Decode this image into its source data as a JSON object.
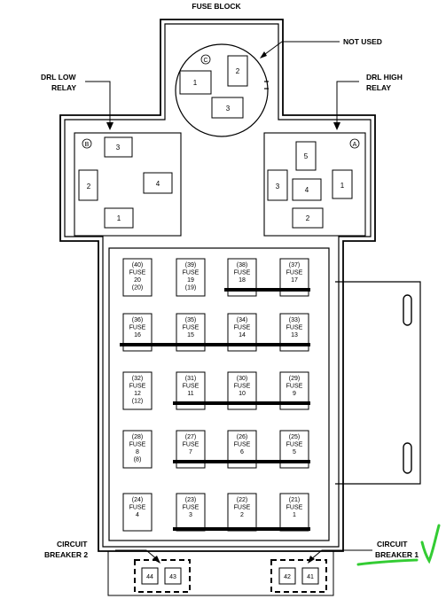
{
  "title": "FUSE BLOCK",
  "callouts": {
    "not_used": "NOT USED",
    "drl_low": [
      "DRL LOW",
      "RELAY"
    ],
    "drl_high": [
      "DRL HIGH",
      "RELAY"
    ],
    "circuit_breaker_2": [
      "CIRCUIT",
      "BREAKER 2"
    ],
    "circuit_breaker_1": [
      "CIRCUIT",
      "BREAKER 1"
    ]
  },
  "relays": {
    "not_used": {
      "letter": "C",
      "pins": [
        "1",
        "2",
        "3"
      ]
    },
    "drl_low": {
      "letter": "B",
      "pins": [
        "3",
        "2",
        "4",
        "1"
      ]
    },
    "drl_high": {
      "letter": "A",
      "pins": [
        "5",
        "3",
        "4",
        "1",
        "2"
      ]
    }
  },
  "fuse_rows": [
    [
      {
        "cavity": "(40)",
        "label": "FUSE",
        "num": "20",
        "alt": "(20)"
      },
      {
        "cavity": "(39)",
        "label": "FUSE",
        "num": "19",
        "alt": "(19)"
      },
      {
        "cavity": "(38)",
        "label": "FUSE",
        "num": "18",
        "alt": ""
      },
      {
        "cavity": "(37)",
        "label": "FUSE",
        "num": "17",
        "alt": ""
      }
    ],
    [
      {
        "cavity": "(36)",
        "label": "FUSE",
        "num": "16",
        "alt": ""
      },
      {
        "cavity": "(35)",
        "label": "FUSE",
        "num": "15",
        "alt": ""
      },
      {
        "cavity": "(34)",
        "label": "FUSE",
        "num": "14",
        "alt": ""
      },
      {
        "cavity": "(33)",
        "label": "FUSE",
        "num": "13",
        "alt": ""
      }
    ],
    [
      {
        "cavity": "(32)",
        "label": "FUSE",
        "num": "12",
        "alt": "(12)"
      },
      {
        "cavity": "(31)",
        "label": "FUSE",
        "num": "11",
        "alt": ""
      },
      {
        "cavity": "(30)",
        "label": "FUSE",
        "num": "10",
        "alt": ""
      },
      {
        "cavity": "(29)",
        "label": "FUSE",
        "num": "9",
        "alt": ""
      }
    ],
    [
      {
        "cavity": "(28)",
        "label": "FUSE",
        "num": "8",
        "alt": "(8)"
      },
      {
        "cavity": "(27)",
        "label": "FUSE",
        "num": "7",
        "alt": ""
      },
      {
        "cavity": "(26)",
        "label": "FUSE",
        "num": "6",
        "alt": ""
      },
      {
        "cavity": "(25)",
        "label": "FUSE",
        "num": "5",
        "alt": ""
      }
    ],
    [
      {
        "cavity": "(24)",
        "label": "FUSE",
        "num": "4",
        "alt": ""
      },
      {
        "cavity": "(23)",
        "label": "FUSE",
        "num": "3",
        "alt": ""
      },
      {
        "cavity": "(22)",
        "label": "FUSE",
        "num": "2",
        "alt": ""
      },
      {
        "cavity": "(21)",
        "label": "FUSE",
        "num": "1",
        "alt": ""
      }
    ]
  ],
  "breakers": {
    "left": [
      "44",
      "43"
    ],
    "right": [
      "42",
      "41"
    ]
  },
  "annotation_color": "#33cc33"
}
